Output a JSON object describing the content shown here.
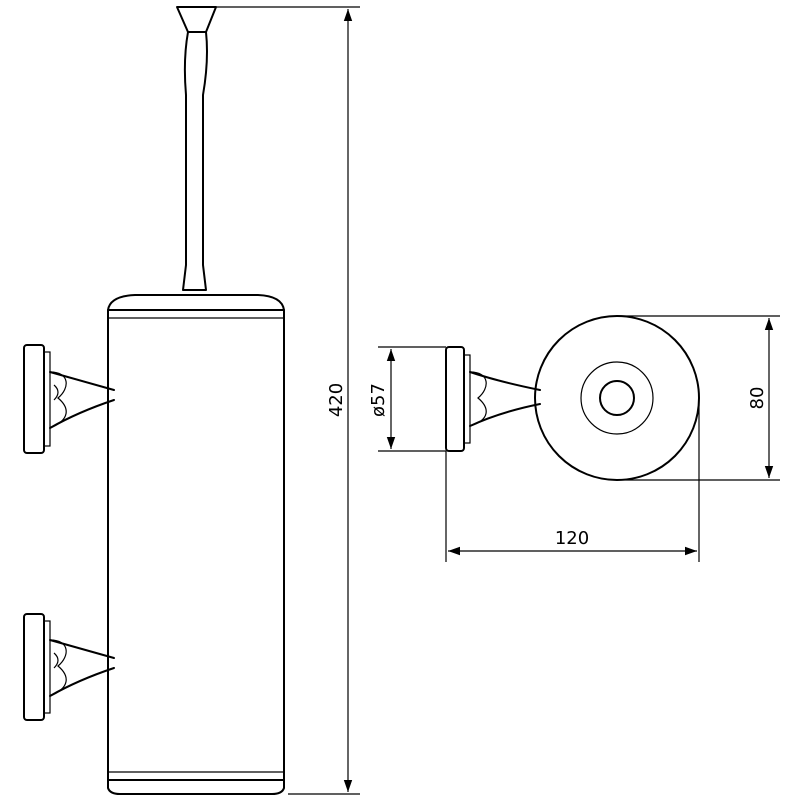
{
  "dimensions": {
    "height": "420",
    "diameter": "ø57",
    "width": "120",
    "depth": "80"
  },
  "line_color": "#000000",
  "background_color": "#ffffff"
}
